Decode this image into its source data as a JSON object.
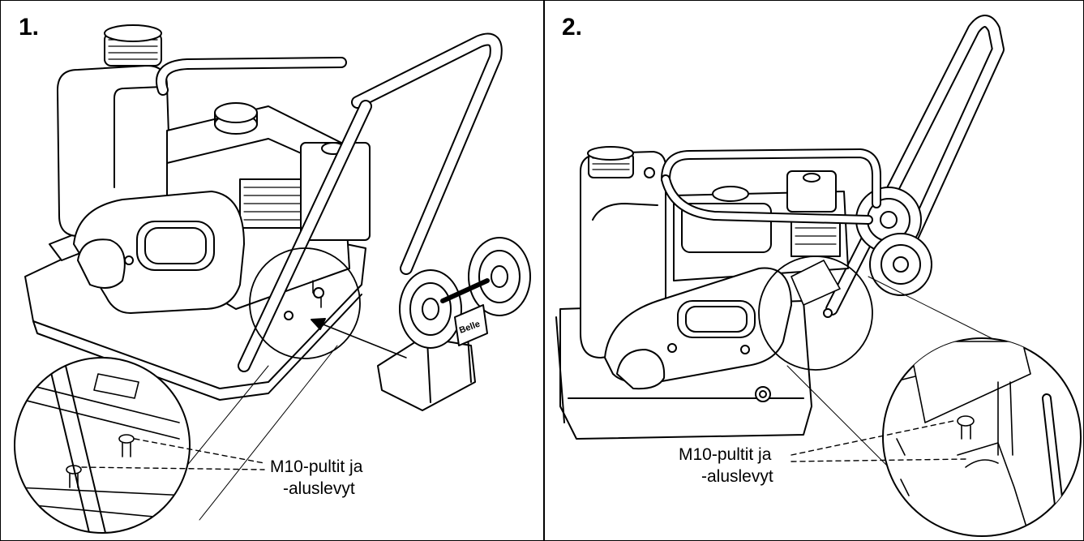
{
  "panels": [
    {
      "number": "1.",
      "caption": {
        "line1": "M10-pultit ja",
        "line2": "-aluslevyt"
      },
      "logo_text": "Belle"
    },
    {
      "number": "2.",
      "caption": {
        "line1": "M10-pultit ja",
        "line2": "-aluslevyt"
      }
    }
  ]
}
